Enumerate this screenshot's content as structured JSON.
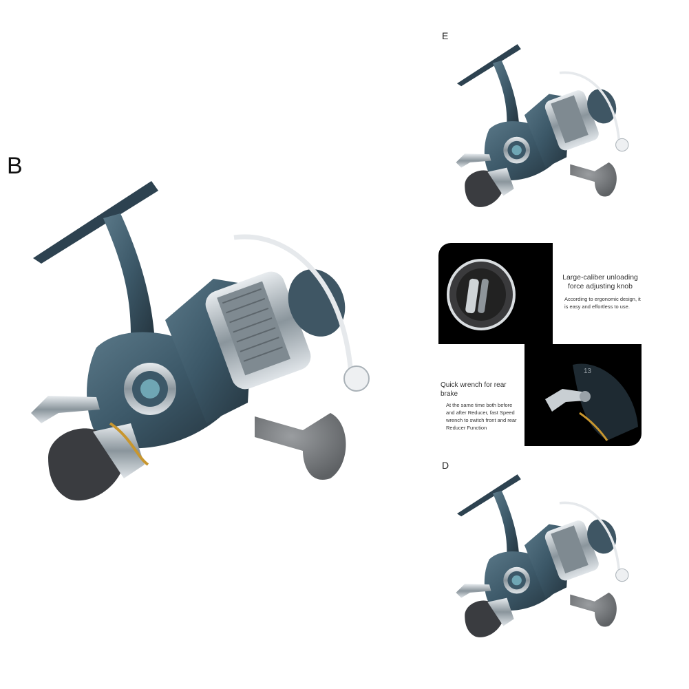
{
  "labels": {
    "main_letter": "B",
    "top_right_letter": "E",
    "bottom_right_letter": "D"
  },
  "detail_panel": {
    "knob_title": "Large-caliber unloading force adjusting knob",
    "knob_body": "According to ergonomic design, it is easy and effortless to use.",
    "wrench_title": "Quick wrench for rear brake",
    "wrench_body": "At the same time both before and after Reducer, fast Speed wrench to switch front and rear Reducer Function",
    "spool_marking": "13"
  },
  "colors": {
    "reel_body": "#3c5868",
    "reel_dark": "#22323c",
    "chrome": "#b9c2c8",
    "handle_knob": "#7a7d80",
    "accent_gold": "#c8962e"
  }
}
